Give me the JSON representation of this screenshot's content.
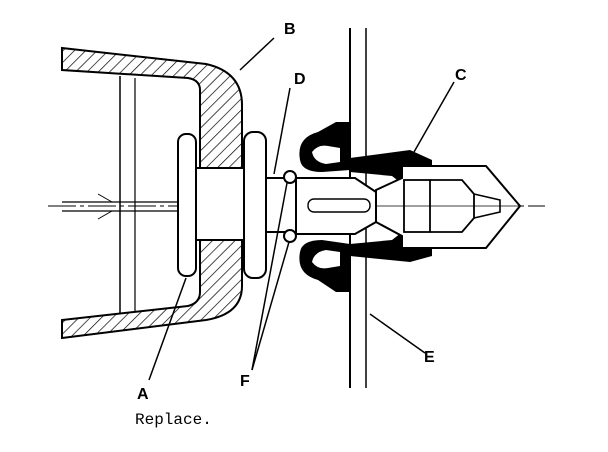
{
  "callouts": {
    "a": "A",
    "b": "B",
    "c": "C",
    "d": "D",
    "e": "E",
    "f": "F"
  },
  "note": "Replace.",
  "colors": {
    "ink": "#000000",
    "paper": "#ffffff"
  }
}
